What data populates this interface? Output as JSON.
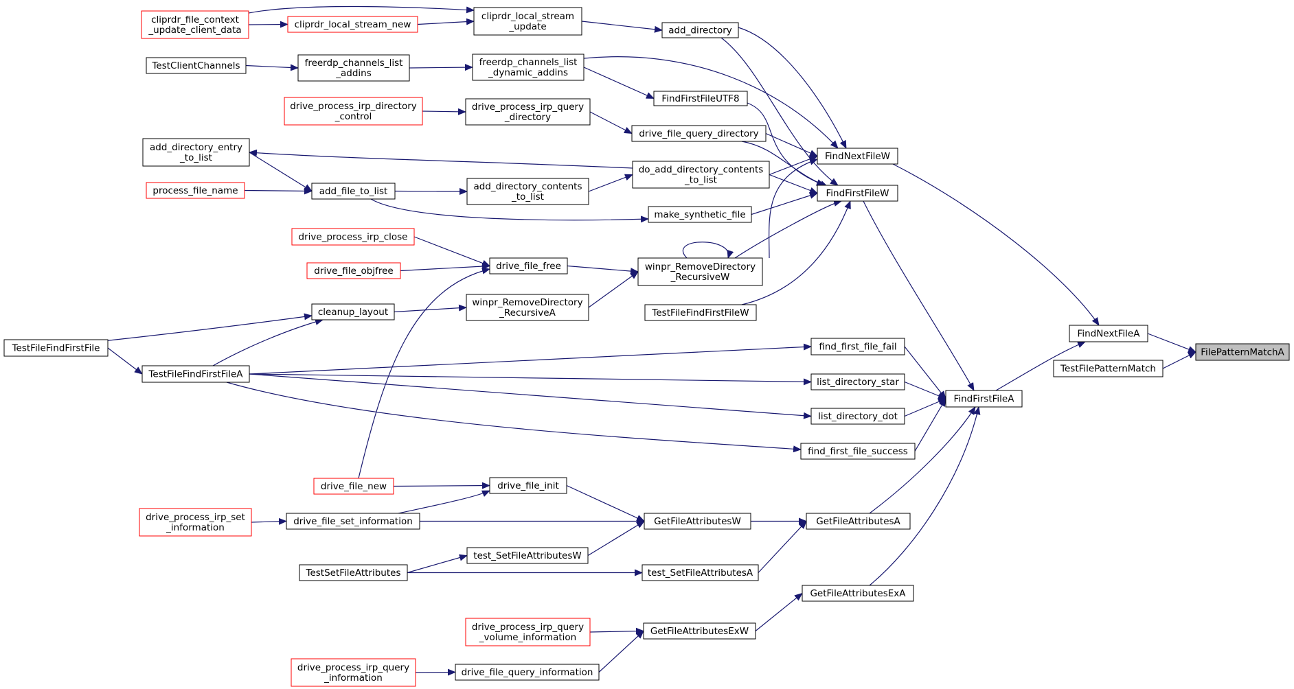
{
  "colors": {
    "edge": "#191970",
    "box_border": "#000000",
    "truncated_border": "#ff0000",
    "focus_fill": "#bfbfbf"
  },
  "nodes": {
    "cliprdr_file_context_update_client_data": {
      "lines": [
        "cliprdr_file_context",
        "_update_client_data"
      ],
      "style": "red"
    },
    "cliprdr_local_stream_new": {
      "lines": [
        "cliprdr_local_stream_new"
      ],
      "style": "red"
    },
    "cliprdr_local_stream_update": {
      "lines": [
        "cliprdr_local_stream",
        "_update"
      ],
      "style": "normal"
    },
    "add_directory": {
      "lines": [
        "add_directory"
      ],
      "style": "normal"
    },
    "TestClientChannels": {
      "lines": [
        "TestClientChannels"
      ],
      "style": "normal"
    },
    "freerdp_channels_list_addins": {
      "lines": [
        "freerdp_channels_list",
        "_addins"
      ],
      "style": "normal"
    },
    "freerdp_channels_list_dynamic_addins": {
      "lines": [
        "freerdp_channels_list",
        "_dynamic_addins"
      ],
      "style": "normal"
    },
    "FindFirstFileUTF8": {
      "lines": [
        "FindFirstFileUTF8"
      ],
      "style": "normal"
    },
    "drive_process_irp_directory_control": {
      "lines": [
        "drive_process_irp_directory",
        "_control"
      ],
      "style": "red"
    },
    "drive_process_irp_query_directory": {
      "lines": [
        "drive_process_irp_query",
        "_directory"
      ],
      "style": "normal"
    },
    "drive_file_query_directory": {
      "lines": [
        "drive_file_query_directory"
      ],
      "style": "normal"
    },
    "FindNextFileW": {
      "lines": [
        "FindNextFileW"
      ],
      "style": "normal"
    },
    "add_directory_entry_to_list": {
      "lines": [
        "add_directory_entry",
        "_to_list"
      ],
      "style": "normal"
    },
    "do_add_directory_contents_to_list": {
      "lines": [
        "do_add_directory_contents",
        "_to_list"
      ],
      "style": "normal"
    },
    "FindFirstFileW": {
      "lines": [
        "FindFirstFileW"
      ],
      "style": "normal"
    },
    "process_file_name": {
      "lines": [
        "process_file_name"
      ],
      "style": "red"
    },
    "add_file_to_list": {
      "lines": [
        "add_file_to_list"
      ],
      "style": "normal"
    },
    "add_directory_contents_to_list": {
      "lines": [
        "add_directory_contents",
        "_to_list"
      ],
      "style": "normal"
    },
    "make_synthetic_file": {
      "lines": [
        "make_synthetic_file"
      ],
      "style": "normal"
    },
    "drive_process_irp_close": {
      "lines": [
        "drive_process_irp_close"
      ],
      "style": "red"
    },
    "drive_file_objfree": {
      "lines": [
        "drive_file_objfree"
      ],
      "style": "red"
    },
    "drive_file_free": {
      "lines": [
        "drive_file_free"
      ],
      "style": "normal"
    },
    "winpr_RemoveDirectory_RecursiveW": {
      "lines": [
        "winpr_RemoveDirectory",
        "_RecursiveW"
      ],
      "style": "normal"
    },
    "cleanup_layout": {
      "lines": [
        "cleanup_layout"
      ],
      "style": "normal"
    },
    "winpr_RemoveDirectory_RecursiveA": {
      "lines": [
        "winpr_RemoveDirectory",
        "_RecursiveA"
      ],
      "style": "normal"
    },
    "TestFileFindFirstFileW": {
      "lines": [
        "TestFileFindFirstFileW"
      ],
      "style": "normal"
    },
    "TestFileFindFirstFile": {
      "lines": [
        "TestFileFindFirstFile"
      ],
      "style": "normal"
    },
    "FindNextFileA": {
      "lines": [
        "FindNextFileA"
      ],
      "style": "normal"
    },
    "FilePatternMatchA": {
      "lines": [
        "FilePatternMatchA"
      ],
      "style": "focus"
    },
    "find_first_file_fail": {
      "lines": [
        "find_first_file_fail"
      ],
      "style": "normal"
    },
    "TestFilePatternMatch": {
      "lines": [
        "TestFilePatternMatch"
      ],
      "style": "normal"
    },
    "TestFileFindFirstFileA": {
      "lines": [
        "TestFileFindFirstFileA"
      ],
      "style": "normal"
    },
    "list_directory_star": {
      "lines": [
        "list_directory_star"
      ],
      "style": "normal"
    },
    "FindFirstFileA": {
      "lines": [
        "FindFirstFileA"
      ],
      "style": "normal"
    },
    "list_directory_dot": {
      "lines": [
        "list_directory_dot"
      ],
      "style": "normal"
    },
    "find_first_file_success": {
      "lines": [
        "find_first_file_success"
      ],
      "style": "normal"
    },
    "drive_file_new": {
      "lines": [
        "drive_file_new"
      ],
      "style": "red"
    },
    "drive_file_init": {
      "lines": [
        "drive_file_init"
      ],
      "style": "normal"
    },
    "drive_process_irp_set_information": {
      "lines": [
        "drive_process_irp_set",
        "_information"
      ],
      "style": "red"
    },
    "drive_file_set_information": {
      "lines": [
        "drive_file_set_information"
      ],
      "style": "normal"
    },
    "GetFileAttributesW": {
      "lines": [
        "GetFileAttributesW"
      ],
      "style": "normal"
    },
    "GetFileAttributesA": {
      "lines": [
        "GetFileAttributesA"
      ],
      "style": "normal"
    },
    "test_SetFileAttributesW": {
      "lines": [
        "test_SetFileAttributesW"
      ],
      "style": "normal"
    },
    "TestSetFileAttributes": {
      "lines": [
        "TestSetFileAttributes"
      ],
      "style": "normal"
    },
    "test_SetFileAttributesA": {
      "lines": [
        "test_SetFileAttributesA"
      ],
      "style": "normal"
    },
    "GetFileAttributesExA": {
      "lines": [
        "GetFileAttributesExA"
      ],
      "style": "normal"
    },
    "drive_process_irp_query_volume_information": {
      "lines": [
        "drive_process_irp_query",
        "_volume_information"
      ],
      "style": "red"
    },
    "GetFileAttributesExW": {
      "lines": [
        "GetFileAttributesExW"
      ],
      "style": "normal"
    },
    "drive_process_irp_query_information": {
      "lines": [
        "drive_process_irp_query",
        "_information"
      ],
      "style": "red"
    },
    "drive_file_query_information": {
      "lines": [
        "drive_file_query_information"
      ],
      "style": "normal"
    }
  },
  "edges": [
    [
      "cliprdr_file_context_update_client_data",
      "cliprdr_local_stream_new"
    ],
    [
      "cliprdr_file_context_update_client_data",
      "cliprdr_local_stream_update"
    ],
    [
      "cliprdr_local_stream_new",
      "cliprdr_local_stream_update"
    ],
    [
      "cliprdr_local_stream_update",
      "add_directory"
    ],
    [
      "add_directory",
      "FindNextFileW"
    ],
    [
      "add_directory",
      "FindFirstFileW"
    ],
    [
      "TestClientChannels",
      "freerdp_channels_list_addins"
    ],
    [
      "freerdp_channels_list_addins",
      "freerdp_channels_list_dynamic_addins"
    ],
    [
      "freerdp_channels_list_dynamic_addins",
      "FindNextFileW"
    ],
    [
      "freerdp_channels_list_dynamic_addins",
      "FindFirstFileUTF8"
    ],
    [
      "FindFirstFileUTF8",
      "FindFirstFileW"
    ],
    [
      "drive_process_irp_directory_control",
      "drive_process_irp_query_directory"
    ],
    [
      "drive_process_irp_query_directory",
      "drive_file_query_directory"
    ],
    [
      "drive_file_query_directory",
      "FindNextFileW"
    ],
    [
      "drive_file_query_directory",
      "FindFirstFileW"
    ],
    [
      "do_add_directory_contents_to_list",
      "add_directory_entry_to_list"
    ],
    [
      "do_add_directory_contents_to_list",
      "FindNextFileW"
    ],
    [
      "do_add_directory_contents_to_list",
      "FindFirstFileW"
    ],
    [
      "add_directory_entry_to_list",
      "add_file_to_list"
    ],
    [
      "process_file_name",
      "add_file_to_list"
    ],
    [
      "add_file_to_list",
      "add_directory_contents_to_list"
    ],
    [
      "add_file_to_list",
      "make_synthetic_file"
    ],
    [
      "add_directory_contents_to_list",
      "do_add_directory_contents_to_list"
    ],
    [
      "make_synthetic_file",
      "FindFirstFileW"
    ],
    [
      "drive_process_irp_close",
      "drive_file_free"
    ],
    [
      "drive_file_objfree",
      "drive_file_free"
    ],
    [
      "drive_file_free",
      "winpr_RemoveDirectory_RecursiveW"
    ],
    [
      "winpr_RemoveDirectory_RecursiveW",
      "winpr_RemoveDirectory_RecursiveW"
    ],
    [
      "winpr_RemoveDirectory_RecursiveW",
      "FindNextFileW"
    ],
    [
      "winpr_RemoveDirectory_RecursiveW",
      "FindFirstFileW"
    ],
    [
      "TestFileFindFirstFileW",
      "FindFirstFileW"
    ],
    [
      "TestFileFindFirstFile",
      "cleanup_layout"
    ],
    [
      "TestFileFindFirstFile",
      "TestFileFindFirstFileA"
    ],
    [
      "TestFileFindFirstFileA",
      "cleanup_layout"
    ],
    [
      "cleanup_layout",
      "winpr_RemoveDirectory_RecursiveA"
    ],
    [
      "winpr_RemoveDirectory_RecursiveA",
      "winpr_RemoveDirectory_RecursiveW"
    ],
    [
      "drive_file_new",
      "drive_file_free"
    ],
    [
      "drive_file_new",
      "drive_file_init"
    ],
    [
      "FindNextFileW",
      "FindNextFileA"
    ],
    [
      "FindNextFileA",
      "FilePatternMatchA"
    ],
    [
      "TestFilePatternMatch",
      "FilePatternMatchA"
    ],
    [
      "FindFirstFileW",
      "FindFirstFileA"
    ],
    [
      "FindFirstFileA",
      "FindNextFileA"
    ],
    [
      "TestFileFindFirstFileA",
      "find_first_file_fail"
    ],
    [
      "TestFileFindFirstFileA",
      "list_directory_star"
    ],
    [
      "TestFileFindFirstFileA",
      "list_directory_dot"
    ],
    [
      "TestFileFindFirstFileA",
      "find_first_file_success"
    ],
    [
      "find_first_file_fail",
      "FindFirstFileA"
    ],
    [
      "list_directory_star",
      "FindFirstFileA"
    ],
    [
      "list_directory_dot",
      "FindFirstFileA"
    ],
    [
      "find_first_file_success",
      "FindFirstFileA"
    ],
    [
      "drive_file_init",
      "GetFileAttributesW"
    ],
    [
      "drive_process_irp_set_information",
      "drive_file_set_information"
    ],
    [
      "drive_file_set_information",
      "drive_file_init"
    ],
    [
      "drive_file_set_information",
      "GetFileAttributesW"
    ],
    [
      "GetFileAttributesW",
      "GetFileAttributesA"
    ],
    [
      "GetFileAttributesA",
      "FindFirstFileA"
    ],
    [
      "test_SetFileAttributesW",
      "GetFileAttributesW"
    ],
    [
      "TestSetFileAttributes",
      "test_SetFileAttributesW"
    ],
    [
      "TestSetFileAttributes",
      "test_SetFileAttributesA"
    ],
    [
      "test_SetFileAttributesA",
      "GetFileAttributesA"
    ],
    [
      "GetFileAttributesExA",
      "FindFirstFileA"
    ],
    [
      "drive_process_irp_query_volume_information",
      "GetFileAttributesExW"
    ],
    [
      "GetFileAttributesExW",
      "GetFileAttributesExA"
    ],
    [
      "drive_process_irp_query_information",
      "drive_file_query_information"
    ],
    [
      "drive_file_query_information",
      "GetFileAttributesExW"
    ]
  ]
}
